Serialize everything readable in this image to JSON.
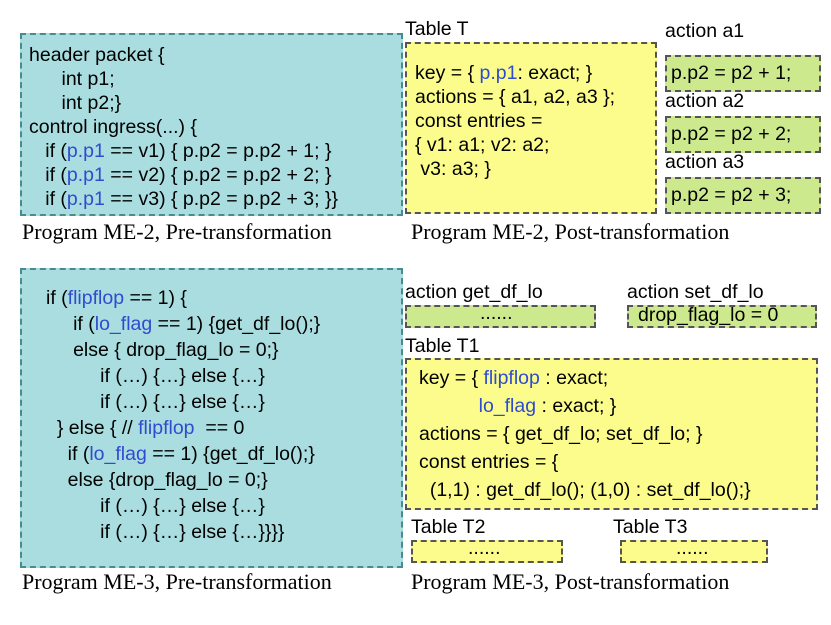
{
  "colors": {
    "code_box": "#a9dde0",
    "table_box": "#fcfc8c",
    "action_box": "#cde98d",
    "highlight": "#2f4ccf"
  },
  "me2": {
    "pre_lines": [
      [
        "header packet {"
      ],
      [
        "      int p1;"
      ],
      [
        "      int p2;}"
      ],
      [
        "control ingress(...) {"
      ],
      [
        "   if (",
        "p.p1",
        " == v1) { p.p2 = p.p2 + 1; }"
      ],
      [
        "   if (",
        "p.p1",
        " == v2) { p.p2 = p.p2 + 2; }"
      ],
      [
        "   if (",
        "p.p1",
        " == v3) { p.p2 = p.p2 + 3; }}"
      ]
    ],
    "table_title": "Table T",
    "table_lines": [
      [
        "key = { ",
        "p.p1",
        ": exact; }"
      ],
      [
        "actions = { a1, a2, a3 };"
      ],
      [
        "const entries ="
      ],
      [
        "{ v1: a1; v2: a2;"
      ],
      [
        " v3: a3; }"
      ]
    ],
    "actions": [
      {
        "title": "action a1",
        "body": "p.p2 = p2 + 1;"
      },
      {
        "title": "action a2",
        "body": "p.p2 = p2 + 2;"
      },
      {
        "title": "action a3",
        "body": "p.p2 = p2 + 3;"
      }
    ],
    "caption_pre": "Program ME-2, Pre-transformation",
    "caption_post": "Program ME-2, Post-transformation"
  },
  "me3": {
    "pre_lines": [
      [
        "if (",
        "flipflop",
        " == 1) {"
      ],
      [
        "     if (",
        "lo_flag",
        " == 1) {get_df_lo();}"
      ],
      [
        "     else { drop_flag_lo = 0;}"
      ],
      [
        "          if (…) {…} else {…}"
      ],
      [
        "          if (…) {…} else {…}"
      ],
      [
        "  } else { // ",
        "flipflop",
        "  == 0"
      ],
      [
        "    if (",
        "lo_flag",
        " == 1) {get_df_lo();}"
      ],
      [
        "    else {drop_flag_lo = 0;}"
      ],
      [
        "          if (…) {…} else {…}"
      ],
      [
        "          if (…) {…} else {…}}}}"
      ]
    ],
    "action_get_title": "action get_df_lo",
    "action_get_body": "......",
    "action_set_title": "action set_df_lo",
    "action_set_body": "drop_flag_lo = 0",
    "table1_title": "Table T1",
    "table1_lines": [
      [
        "key = { ",
        "flipflop",
        " : exact;"
      ],
      [
        "           ",
        "lo_flag",
        " : exact; }"
      ],
      [
        "actions = { get_df_lo; set_df_lo; }"
      ],
      [
        "const entries = {"
      ],
      [
        "  (1,1) : get_df_lo(); (1,0) : set_df_lo();}"
      ]
    ],
    "table2_title": "Table T2",
    "table2_body": "......",
    "table3_title": "Table T3",
    "table3_body": "......",
    "caption_pre": "Program ME-3, Pre-transformation",
    "caption_post": "Program ME-3, Post-transformation"
  }
}
